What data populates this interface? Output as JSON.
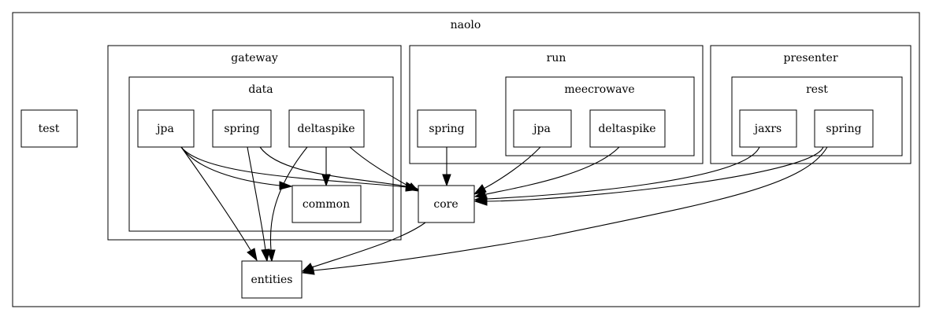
{
  "diagram": {
    "clusters": {
      "naolo": "naolo",
      "gateway": "gateway",
      "data": "data",
      "run": "run",
      "meecrowave": "meecrowave",
      "presenter": "presenter",
      "rest": "rest"
    },
    "nodes": {
      "test": "test",
      "gateway_data_jpa": "jpa",
      "gateway_data_spring": "spring",
      "gateway_data_deltaspike": "deltaspike",
      "common": "common",
      "run_spring": "spring",
      "meecrowave_jpa": "jpa",
      "meecrowave_deltaspike": "deltaspike",
      "jaxrs": "jaxrs",
      "rest_spring": "spring",
      "core": "core",
      "entities": "entities"
    },
    "edges": [
      {
        "from": "gateway_data_jpa",
        "to": "common"
      },
      {
        "from": "gateway_data_jpa",
        "to": "core"
      },
      {
        "from": "gateway_data_jpa",
        "to": "entities"
      },
      {
        "from": "gateway_data_spring",
        "to": "core"
      },
      {
        "from": "gateway_data_spring",
        "to": "entities"
      },
      {
        "from": "gateway_data_deltaspike",
        "to": "common"
      },
      {
        "from": "gateway_data_deltaspike",
        "to": "core"
      },
      {
        "from": "gateway_data_deltaspike",
        "to": "entities"
      },
      {
        "from": "run_spring",
        "to": "core"
      },
      {
        "from": "meecrowave_jpa",
        "to": "core"
      },
      {
        "from": "meecrowave_deltaspike",
        "to": "core"
      },
      {
        "from": "jaxrs",
        "to": "core"
      },
      {
        "from": "rest_spring",
        "to": "core"
      },
      {
        "from": "rest_spring",
        "to": "entities"
      },
      {
        "from": "core",
        "to": "entities"
      }
    ]
  }
}
